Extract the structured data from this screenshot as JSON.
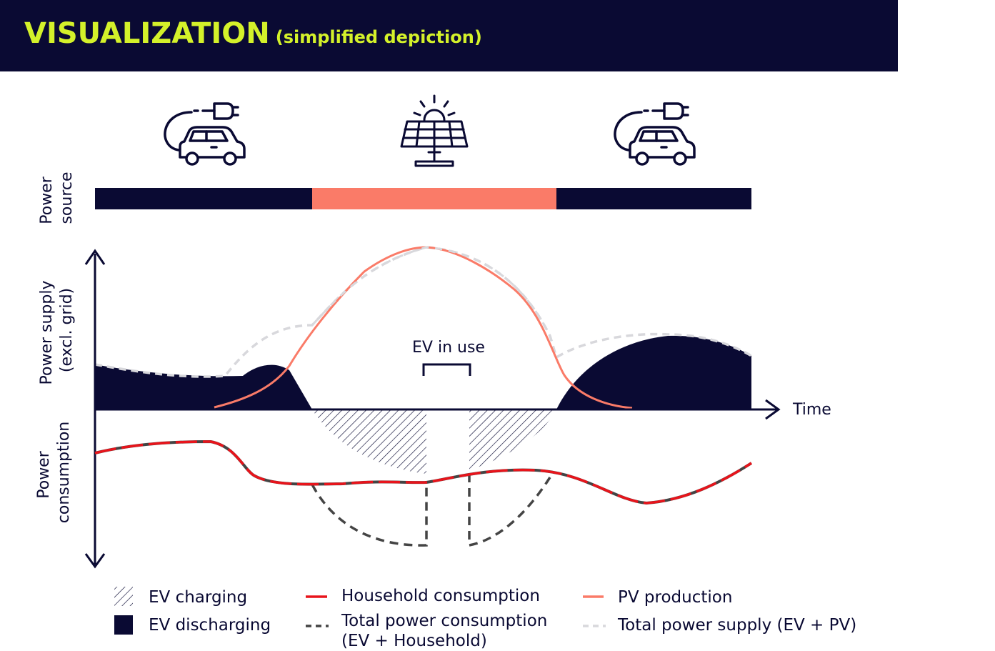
{
  "header": {
    "title": "VISUALIZATION",
    "subtitle": "(simplified depiction)"
  },
  "labels": {
    "power_source": [
      "Power",
      "source"
    ],
    "power_supply": [
      "Power supply",
      "(excl. grid)"
    ],
    "power_consumption": [
      "Power",
      "consumption"
    ],
    "time": "Time",
    "ev_in_use": "EV in use"
  },
  "legend": {
    "ev_charging": "EV charging",
    "ev_discharging": "EV discharging",
    "household": "Household consumption",
    "total_consumption": [
      "Total power consumption",
      "(EV + Household)"
    ],
    "pv_production": "PV production",
    "total_supply": "Total power supply (EV + PV)"
  },
  "colors": {
    "navy": "#0a0a33",
    "accent": "#d4f12a",
    "pv": "#fa7b68",
    "household": "#e8141b",
    "total_consumption": "#444444",
    "total_supply": "#d8d8dc"
  },
  "icons": [
    "ev-charging-icon",
    "solar-panel-icon",
    "ev-charging-icon"
  ]
}
